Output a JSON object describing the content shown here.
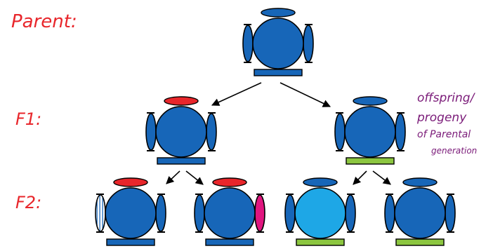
{
  "labels": {
    "parent": "Parent:",
    "f1": "F1:",
    "f2": "F2:"
  },
  "annotation": {
    "line1": "offspring/",
    "line2": "progeny",
    "line3": "of Parental",
    "line4": "generation"
  },
  "colors": {
    "body_blue": "#1766b8",
    "light_blue": "#1ea7e6",
    "outline": "#000000",
    "red": "#e8262b",
    "green": "#8cc640",
    "magenta": "#e0157f",
    "striped": "#ffffff"
  },
  "figures": [
    {
      "id": "parent",
      "hat": "blue",
      "base": "blue",
      "body": "blue",
      "left_arm": "blue",
      "right_arm": "blue"
    },
    {
      "id": "f1-left",
      "hat": "red",
      "base": "blue",
      "body": "blue",
      "left_arm": "blue",
      "right_arm": "blue"
    },
    {
      "id": "f1-right",
      "hat": "blue",
      "base": "green",
      "body": "blue",
      "left_arm": "blue",
      "right_arm": "blue"
    },
    {
      "id": "f2-1",
      "hat": "red",
      "base": "blue",
      "body": "blue",
      "left_arm": "striped",
      "right_arm": "blue"
    },
    {
      "id": "f2-2",
      "hat": "red",
      "base": "blue",
      "body": "blue",
      "left_arm": "blue",
      "right_arm": "magenta"
    },
    {
      "id": "f2-3",
      "hat": "blue",
      "base": "green",
      "body": "light_blue",
      "left_arm": "blue",
      "right_arm": "blue"
    },
    {
      "id": "f2-4",
      "hat": "blue",
      "base": "green",
      "body": "blue",
      "left_arm": "blue",
      "right_arm": "blue"
    }
  ]
}
